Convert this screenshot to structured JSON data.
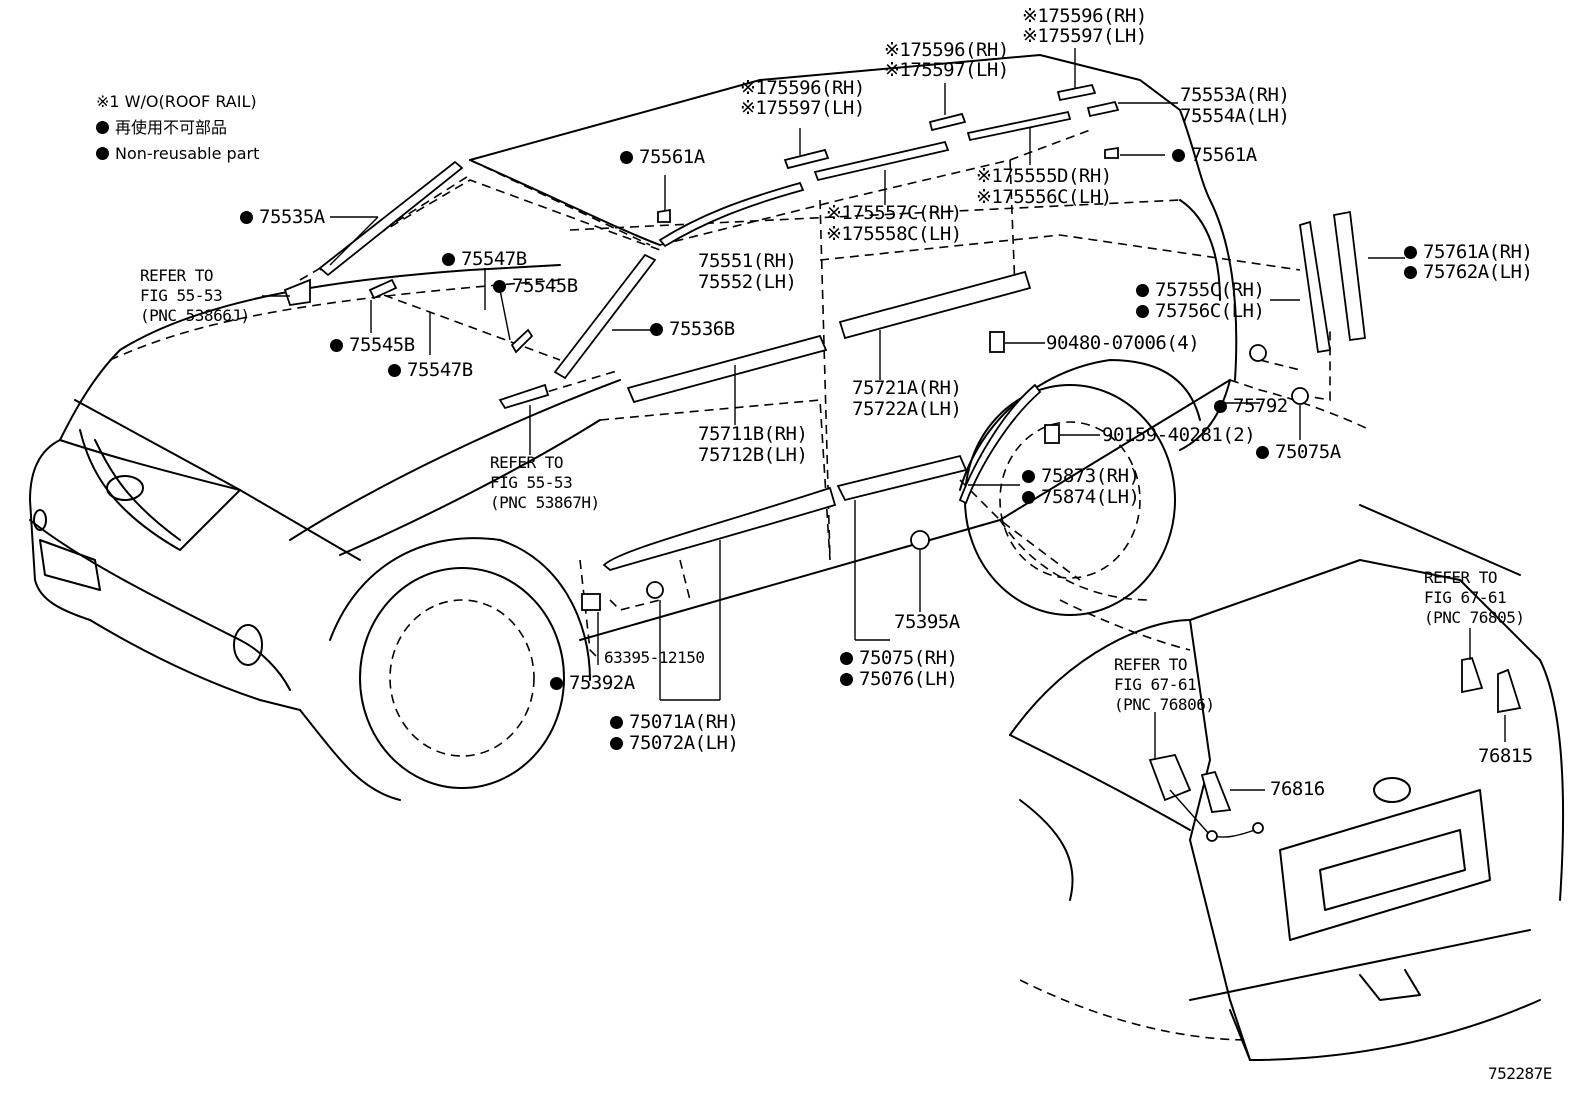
{
  "legend": {
    "note": "※1 W/O(ROOF RAIL)",
    "jp": "再使用不可部品",
    "en": "Non-reusable part"
  },
  "labels": {
    "l75596_rh_top": "※175596(RH)",
    "l75597_lh_top": "※175597(LH)",
    "l75596_rh_mid": "※175596(RH)",
    "l75597_lh_mid": "※175597(LH)",
    "l75596_rh_left": "※175596(RH)",
    "l75597_lh_left": "※175597(LH)",
    "l75553a": "75553A(RH)",
    "l75554a": "75554A(LH)",
    "l75561a_right": "75561A",
    "l75561a_left": "75561A",
    "l75555d": "※175555D(RH)",
    "l75556c": "※175556C(LH)",
    "l75557c": "※175557C(RH)",
    "l75558c": "※175558C(LH)",
    "l75535a": "75535A",
    "refer1_a": "REFER TO",
    "refer1_b": "FIG 55-53",
    "refer1_c": "(PNC 53866J)",
    "l75547b_top": "75547B",
    "l75545b_top": "75545B",
    "l75545b_low": "75545B",
    "l75547b_low": "75547B",
    "l75551": "75551(RH)",
    "l75552": "75552(LH)",
    "l75536b": "75536B",
    "l75761a": "75761A(RH)",
    "l75762a": "75762A(LH)",
    "l75755c": "75755C(RH)",
    "l75756c": "75756C(LH)",
    "l90480": "90480-07006(4)",
    "l75721a": "75721A(RH)",
    "l75722a": "75722A(LH)",
    "l75792": "75792",
    "l90159": "90159-40281(2)",
    "l75075a": "75075A",
    "l75711b": "75711B(RH)",
    "l75712b": "75712B(LH)",
    "refer2_a": "REFER TO",
    "refer2_b": "FIG 55-53",
    "refer2_c": "(PNC 53867H)",
    "l75873": "75873(RH)",
    "l75874": "75874(LH)",
    "l75395a": "75395A",
    "l63395": "63395-12150",
    "l75075": "75075(RH)",
    "l75076": "75076(LH)",
    "l75392a": "75392A",
    "l75071a": "75071A(RH)",
    "l75072a": "75072A(LH)",
    "refer3_a": "REFER TO",
    "refer3_b": "FIG 67-61",
    "refer3_c": "(PNC 76805)",
    "refer4_a": "REFER TO",
    "refer4_b": "FIG 67-61",
    "refer4_c": "(PNC 76806)",
    "l76815": "76815",
    "l76816": "76816",
    "figure_id": "752287E"
  }
}
